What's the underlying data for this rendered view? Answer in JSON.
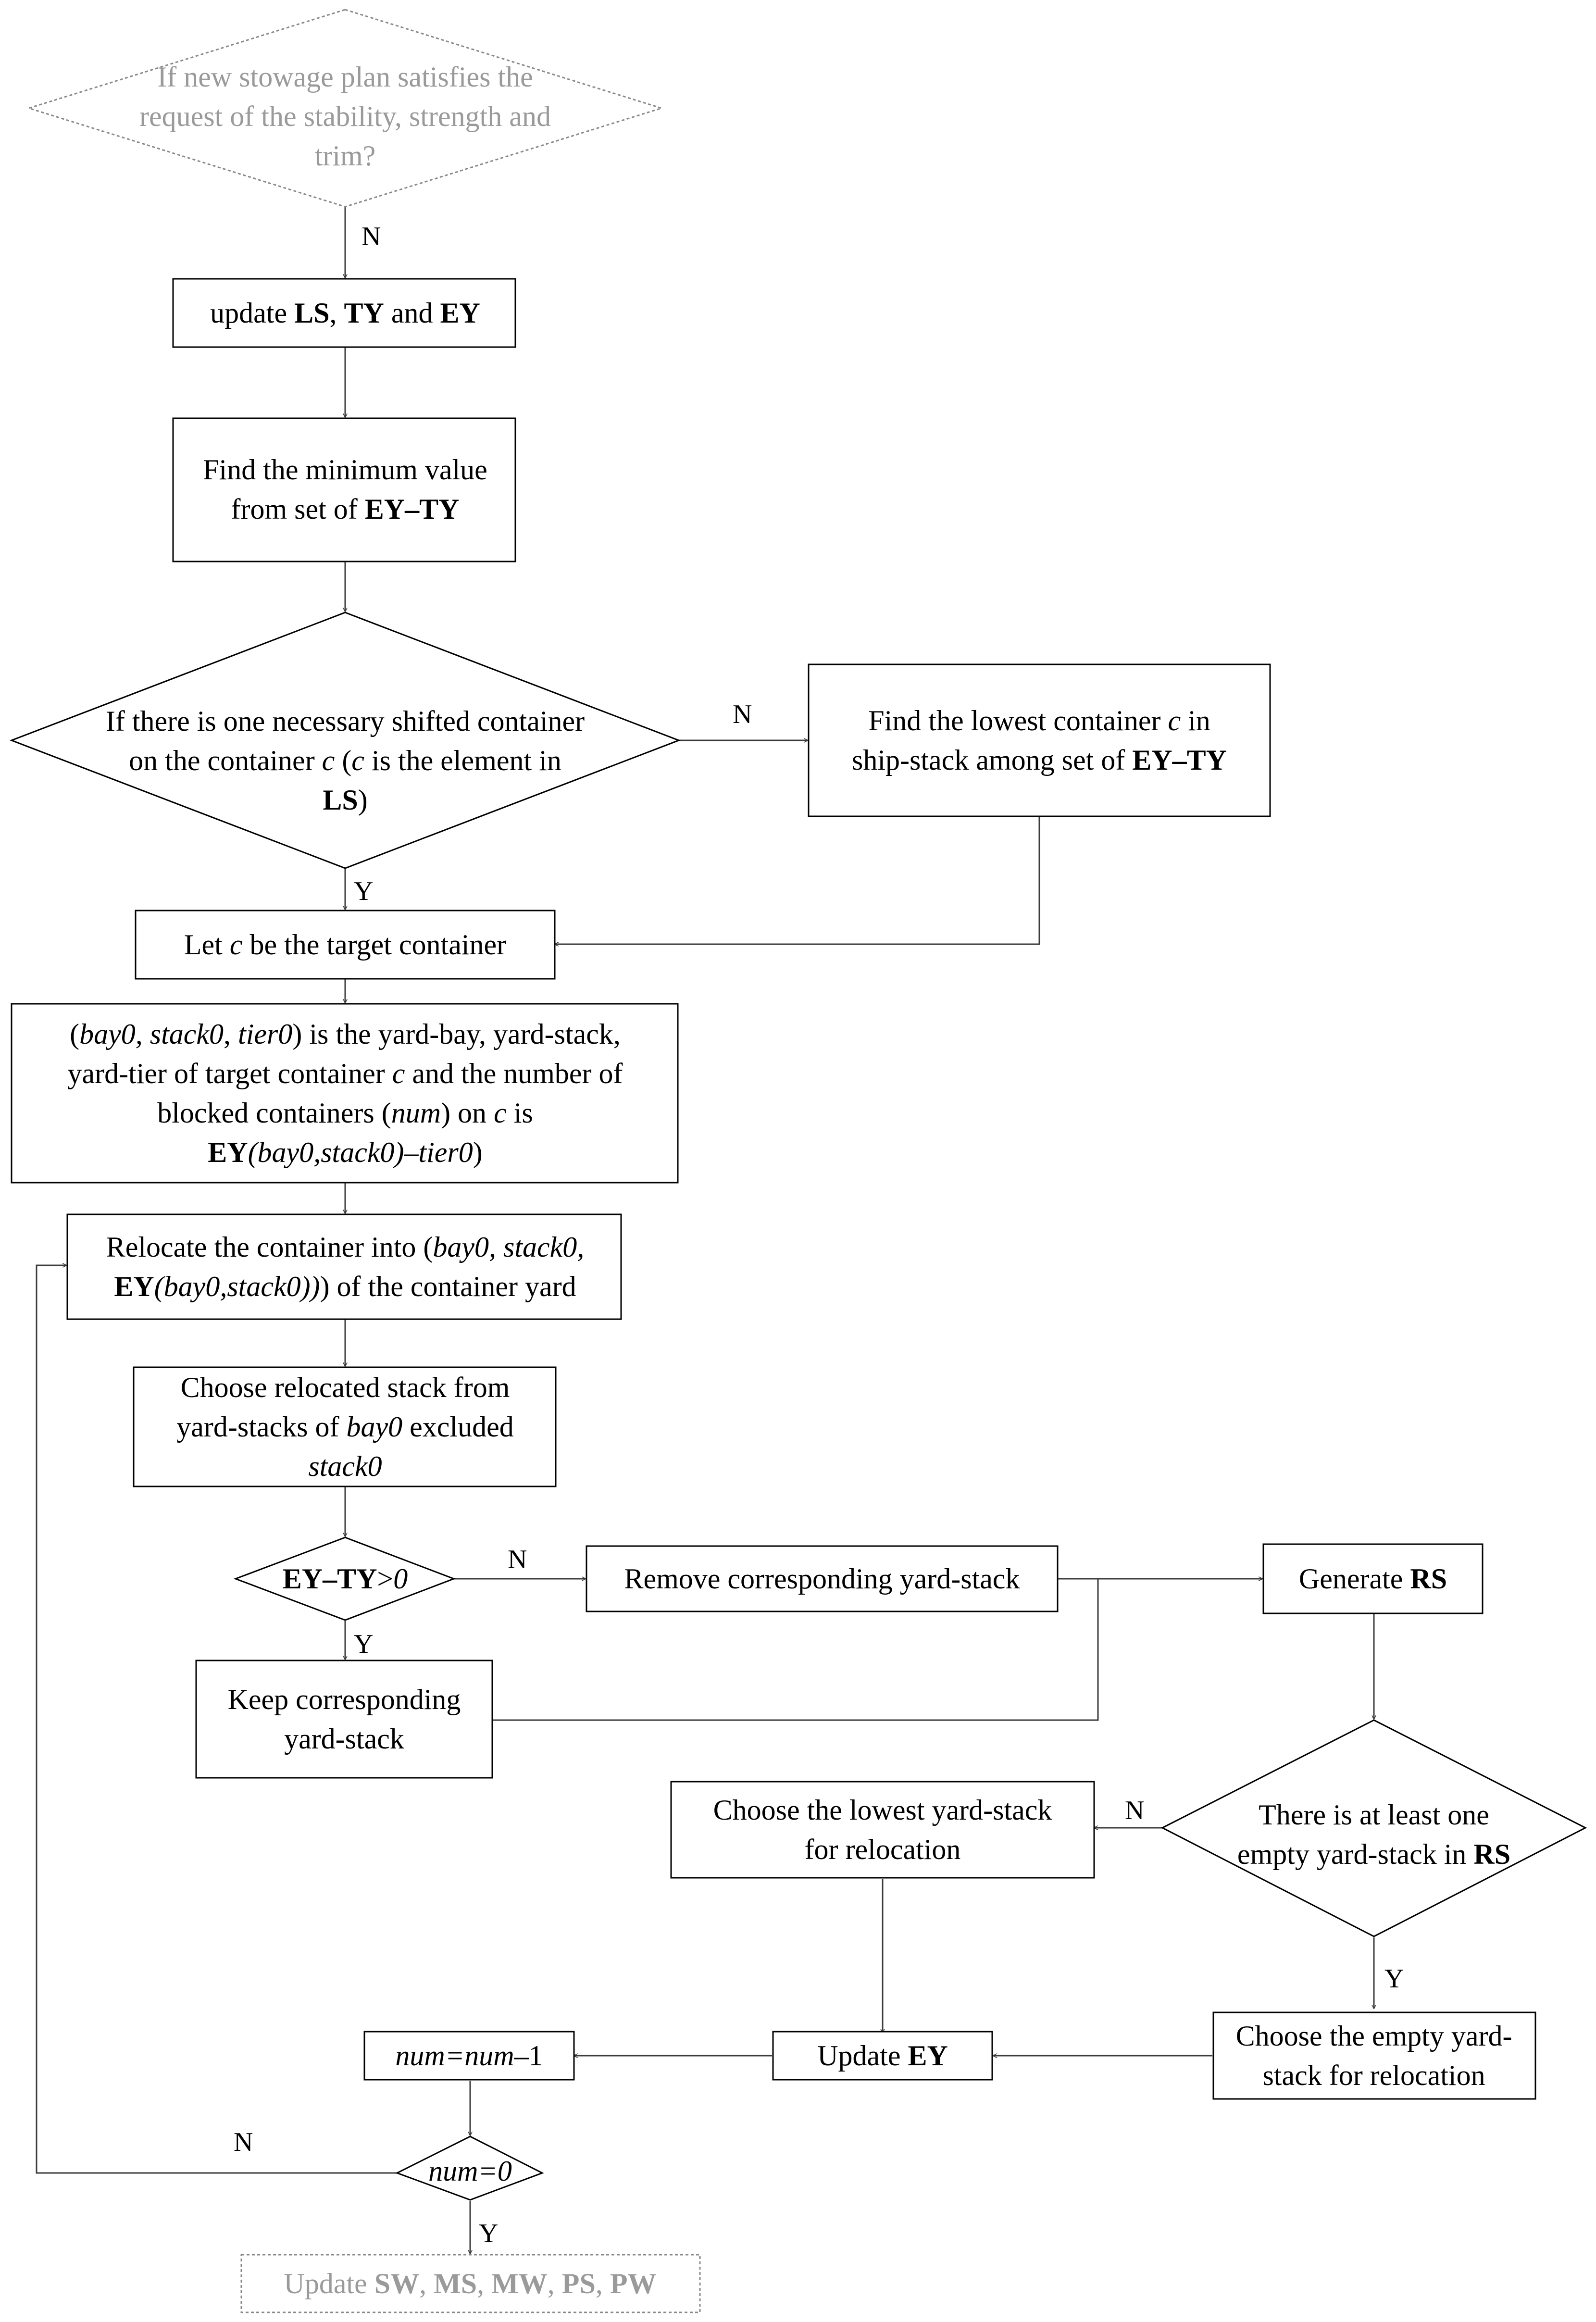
{
  "nodes": {
    "start": {
      "lines": [
        [
          {
            "t": "If new stowage plan satisfies the"
          }
        ],
        [
          {
            "t": "request of the stability, strength and"
          }
        ],
        [
          {
            "t": "trim?"
          }
        ]
      ]
    },
    "update_ls": {
      "lines": [
        [
          {
            "t": "update "
          },
          {
            "t": "LS",
            "b": true
          },
          {
            "t": ",  "
          },
          {
            "t": "TY",
            "b": true
          },
          {
            "t": " and "
          },
          {
            "t": "EY",
            "b": true
          }
        ]
      ]
    },
    "find_min": {
      "lines": [
        [
          {
            "t": "Find the minimum value"
          }
        ],
        [
          {
            "t": "from set of "
          },
          {
            "t": "EY–TY",
            "b": true
          }
        ]
      ]
    },
    "dec_shift": {
      "lines": [
        [
          {
            "t": "If there is one necessary shifted container"
          }
        ],
        [
          {
            "t": "on the container "
          },
          {
            "t": "c",
            "i": true
          },
          {
            "t": " ("
          },
          {
            "t": "c",
            "i": true
          },
          {
            "t": " is the element in"
          }
        ],
        [
          {
            "t": "LS",
            "b": true
          },
          {
            "t": ")"
          }
        ]
      ]
    },
    "find_lowest": {
      "lines": [
        [
          {
            "t": "Find the lowest container "
          },
          {
            "t": "c",
            "i": true
          },
          {
            "t": " in"
          }
        ],
        [
          {
            "t": "ship-stack among set of "
          },
          {
            "t": "EY–TY",
            "b": true
          }
        ]
      ]
    },
    "let_c": {
      "lines": [
        [
          {
            "t": "Let "
          },
          {
            "t": "c",
            "i": true
          },
          {
            "t": " be the target container"
          }
        ]
      ]
    },
    "bay_info": {
      "lines": [
        [
          {
            "t": "("
          },
          {
            "t": "bay0, stack0",
            "i": true
          },
          {
            "t": ", "
          },
          {
            "t": "tier0",
            "i": true
          },
          {
            "t": ") is the yard-bay, yard-stack,"
          }
        ],
        [
          {
            "t": "yard-tier of target container "
          },
          {
            "t": "c",
            "i": true
          },
          {
            "t": "  and the number of"
          }
        ],
        [
          {
            "t": "blocked containers  ("
          },
          {
            "t": "num",
            "i": true
          },
          {
            "t": ") on "
          },
          {
            "t": "c",
            "i": true
          },
          {
            "t": " is"
          }
        ],
        [
          {
            "t": "EY",
            "b": true
          },
          {
            "t": "(bay0,stack0)–tier0",
            "i": true
          },
          {
            "t": ")"
          }
        ]
      ]
    },
    "relocate": {
      "lines": [
        [
          {
            "t": "Relocate the container into ("
          },
          {
            "t": "bay0, stack0,",
            "i": true
          }
        ],
        [
          {
            "t": "EY",
            "b": true
          },
          {
            "t": "(bay0,stack0))",
            "i": true
          },
          {
            "t": ") of the container yard"
          }
        ]
      ]
    },
    "choose_stack": {
      "lines": [
        [
          {
            "t": "Choose relocated stack from"
          }
        ],
        [
          {
            "t": "yard-stacks of "
          },
          {
            "t": "bay0",
            "i": true
          },
          {
            "t": " excluded"
          }
        ],
        [
          {
            "t": "stack0",
            "i": true
          }
        ]
      ]
    },
    "dec_eyty": {
      "lines": [
        [
          {
            "t": "EY–TY",
            "b": true
          },
          {
            "t": ">"
          },
          {
            "t": "0",
            "i": true
          }
        ]
      ]
    },
    "remove": {
      "lines": [
        [
          {
            "t": "Remove corresponding yard-stack"
          }
        ]
      ]
    },
    "generate_rs": {
      "lines": [
        [
          {
            "t": "Generate "
          },
          {
            "t": "RS",
            "b": true
          }
        ]
      ]
    },
    "keep": {
      "lines": [
        [
          {
            "t": "Keep corresponding"
          }
        ],
        [
          {
            "t": "yard-stack"
          }
        ]
      ]
    },
    "dec_empty": {
      "lines": [
        [
          {
            "t": "There is at least one"
          }
        ],
        [
          {
            "t": "empty yard-stack in "
          },
          {
            "t": "RS",
            "b": true
          }
        ]
      ]
    },
    "choose_lowest": {
      "lines": [
        [
          {
            "t": "Choose the lowest yard-stack"
          }
        ],
        [
          {
            "t": "for relocation"
          }
        ]
      ]
    },
    "choose_empty": {
      "lines": [
        [
          {
            "t": "Choose the empty yard-"
          }
        ],
        [
          {
            "t": "stack for relocation"
          }
        ]
      ]
    },
    "update_ey": {
      "lines": [
        [
          {
            "t": "Update "
          },
          {
            "t": "EY",
            "b": true
          }
        ]
      ]
    },
    "num_dec": {
      "lines": [
        [
          {
            "t": "num=num",
            "i": true
          },
          {
            "t": "–1"
          }
        ]
      ]
    },
    "dec_num": {
      "lines": [
        [
          {
            "t": "num=0",
            "i": true
          }
        ]
      ]
    },
    "end": {
      "lines": [
        [
          {
            "t": "Update "
          },
          {
            "t": "SW",
            "b": true
          },
          {
            "t": ", "
          },
          {
            "t": "MS",
            "b": true
          },
          {
            "t": ", "
          },
          {
            "t": "MW",
            "b": true
          },
          {
            "t": ", "
          },
          {
            "t": "PS",
            "b": true
          },
          {
            "t": ", "
          },
          {
            "t": "PW",
            "b": true
          }
        ]
      ]
    }
  },
  "edge_labels": {
    "start_no": "N",
    "shift_no": "N",
    "shift_yes": "Y",
    "eyty_no": "N",
    "eyty_yes": "Y",
    "empty_no": "N",
    "empty_yes": "Y",
    "num_no": "N",
    "num_yes": "Y"
  }
}
